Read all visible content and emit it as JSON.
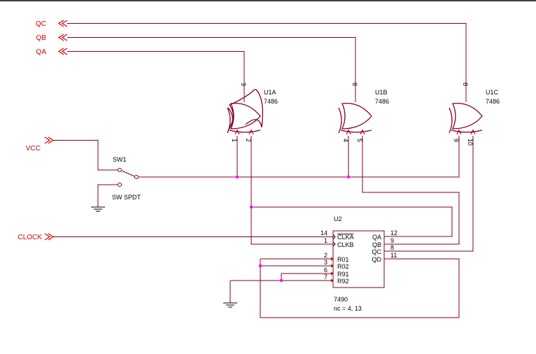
{
  "ports": {
    "qc": "QC",
    "qb": "QB",
    "qa": "QA",
    "vcc": "VCC",
    "clock": "CLOCK"
  },
  "gates": [
    {
      "ref": "U1A",
      "part": "7486",
      "out_pin": "3",
      "in1_pin": "1",
      "in2_pin": "2"
    },
    {
      "ref": "U1B",
      "part": "7486",
      "out_pin": "6",
      "in1_pin": "4",
      "in2_pin": "5"
    },
    {
      "ref": "U1C",
      "part": "7486",
      "out_pin": "8",
      "in1_pin": "9",
      "in2_pin": "10"
    }
  ],
  "switch": {
    "ref": "SW1",
    "part": "SW SPDT"
  },
  "counter": {
    "ref": "U2",
    "part": "7490",
    "note": "nc = 4, 13",
    "inputs": [
      {
        "pin": "14",
        "label": "CLKA"
      },
      {
        "pin": "1",
        "label": "CLKB"
      },
      {
        "pin": "2",
        "label": "R01"
      },
      {
        "pin": "3",
        "label": "R02"
      },
      {
        "pin": "6",
        "label": "R91"
      },
      {
        "pin": "7",
        "label": "R92"
      }
    ],
    "outputs": [
      {
        "pin": "12",
        "label": "QA"
      },
      {
        "pin": "9",
        "label": "QB"
      },
      {
        "pin": "8",
        "label": "QC"
      },
      {
        "pin": "11",
        "label": "QD"
      }
    ]
  },
  "colors": {
    "wire": "#800020",
    "port": "#cc0000",
    "junction": "#ff00ff",
    "text": "#000000"
  }
}
